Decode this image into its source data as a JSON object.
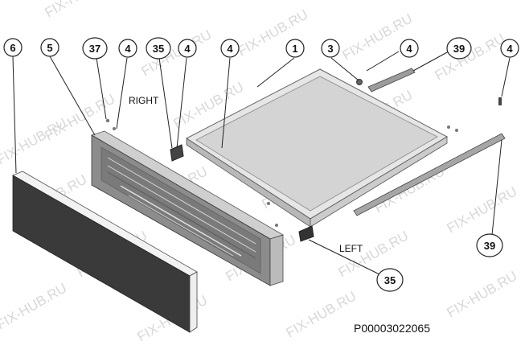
{
  "watermark": "FIX-HUB.RU",
  "labels": {
    "right": "RIGHT",
    "left": "LEFT",
    "part_code": "P00003022065"
  },
  "callouts": {
    "c6": "6",
    "c5": "5",
    "c37": "37",
    "c4a": "4",
    "c35a": "35",
    "c4b": "4",
    "c4c": "4",
    "c1": "1",
    "c3": "3",
    "c4d": "4",
    "c39a": "39",
    "c4e": "4",
    "c39b": "39",
    "c35b": "35"
  }
}
